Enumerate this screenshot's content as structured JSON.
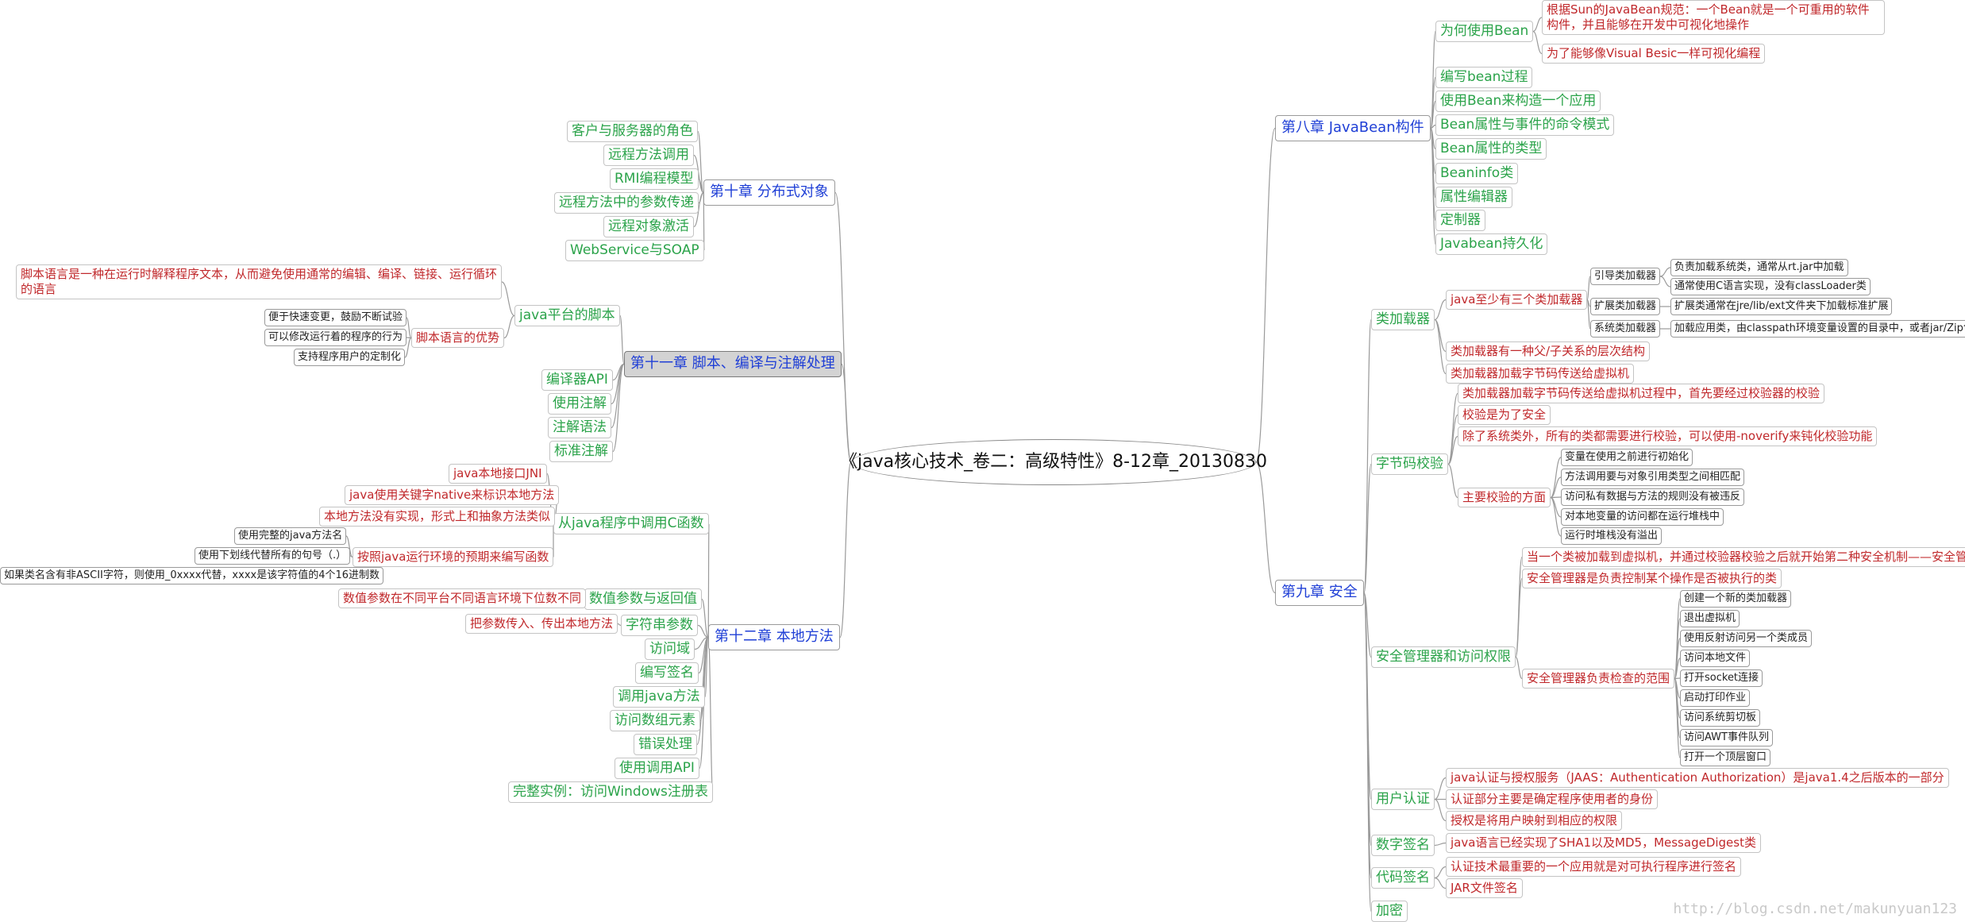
{
  "root": "《java核心技术_卷二：高级特性》8-12章_20130830",
  "ch8": {
    "title": "第八章 JavaBean构件",
    "why": "为何使用Bean",
    "why_items": [
      "根据Sun的JavaBean规范：一个Bean就是一个可重用的软件构件，并且能够在开发中可视化地操作",
      "为了能够像Visual Besic一样可视化编程"
    ],
    "items": [
      "编写bean过程",
      "使用Bean来构造一个应用",
      "Bean属性与事件的命令模式",
      "Bean属性的类型",
      "Beaninfo类",
      "属性编辑器",
      "定制器",
      "Javabean持久化"
    ]
  },
  "ch9": {
    "title": "第九章 安全",
    "loader": "类加载器",
    "loader_three": "java至少有三个类加载器",
    "boot": "引导类加载器",
    "boot_items": [
      "负责加载系统类，通常从rt.jar中加载",
      "通常使用C语言实现，没有classLoader类"
    ],
    "ext": "扩展类加载器",
    "ext_item": "扩展类通常在jre/lib/ext文件夹下加载标准扩展",
    "sys": "系统类加载器",
    "sys_item": "加载应用类，由classpath环境变量设置的目录中，或者jar/Zip包中",
    "loader_items": [
      "类加载器有一种父/子关系的层次结构",
      "类加载器加载字节码传送给虚拟机"
    ],
    "verify": "字节码校验",
    "verify_items": [
      "类加载器加载字节码传送给虚拟机过程中，首先要经过校验器的校验",
      "校验是为了安全",
      "除了系统类外，所有的类都需要进行校验，可以使用-noverify来钝化校验功能"
    ],
    "verify_main": "主要校验的方面",
    "verify_main_items": [
      "变量在使用之前进行初始化",
      "方法调用要与对象引用类型之间相匹配",
      "访问私有数据与方法的规则没有被违反",
      "对本地变量的访问都在运行堆栈中",
      "运行时堆栈没有溢出"
    ],
    "secmgr": "安全管理器和访问权限",
    "secmgr_items": [
      "当一个类被加载到虚拟机，并通过校验器校验之后就开始第二种安全机制——安全管理器",
      "安全管理器是负责控制某个操作是否被执行的类"
    ],
    "secmgr_scope": "安全管理器负责检查的范围",
    "secmgr_scope_items": [
      "创建一个新的类加载器",
      "退出虚拟机",
      "使用反射访问另一个类成员",
      "访问本地文件",
      "打开socket连接",
      "启动打印作业",
      "访问系统剪切板",
      "访问AWT事件队列",
      "打开一个顶层窗口"
    ],
    "auth": "用户认证",
    "auth_items": [
      "java认证与授权服务（JAAS：Authentication  Authorization）是java1.4之后版本的一部分",
      "认证部分主要是确定程序使用者的身份",
      "授权是将用户映射到相应的权限"
    ],
    "sign": "数字签名",
    "sign_item": "java语言已经实现了SHA1以及MD5，MessageDigest类",
    "codesign": "代码签名",
    "codesign_items": [
      "认证技术最重要的一个应用就是对可执行程序进行签名",
      "JAR文件签名"
    ],
    "encrypt": "加密"
  },
  "ch10": {
    "title": "第十章  分布式对象",
    "items": [
      "客户与服务器的角色",
      "远程方法调用",
      "RMI编程模型",
      "远程方法中的参数传递",
      "远程对象激活",
      "WebService与SOAP"
    ]
  },
  "ch11": {
    "title": "第十一章 脚本、编译与注解处理",
    "script": "java平台的脚本",
    "script_def": "脚本语言是一种在运行时解释程序文本，从而避免使用通常的编辑、编译、链接、运行循环的语言",
    "adv": "脚本语言的优势",
    "adv_items": [
      "便于快速变更，鼓励不断试验",
      "可以修改运行着的程序的行为",
      "支持程序用户的定制化"
    ],
    "items": [
      "编译器API",
      "使用注解",
      "注解语法",
      "标准注解"
    ]
  },
  "ch12": {
    "title": "第十二章 本地方法",
    "callc": "从java程序中调用C函数",
    "callc_items": [
      "java本地接口JNI",
      "java使用关键字native来标识本地方法",
      "本地方法没有实现，形式上和抽象方法类似"
    ],
    "naming": "按照java运行环境的预期来编写函数",
    "naming_items": [
      "使用完整的java方法名",
      "使用下划线代替所有的句号（.）",
      "如果类名含有非ASCII字符，则使用_0xxxx代替，xxxx是该字符值的4个16进制数"
    ],
    "params": "数值参数与返回值",
    "params_item": "数值参数在不同平台不同语言环境下位数不同",
    "strparam": "字符串参数",
    "strparam_item": "把参数传入、传出本地方法",
    "items": [
      "访问域",
      "编写签名",
      "调用java方法",
      "访问数组元素",
      "错误处理",
      "使用调用API",
      "完整实例：访问Windows注册表"
    ]
  },
  "watermark": "http://blog.csdn.net/makunyuan123"
}
